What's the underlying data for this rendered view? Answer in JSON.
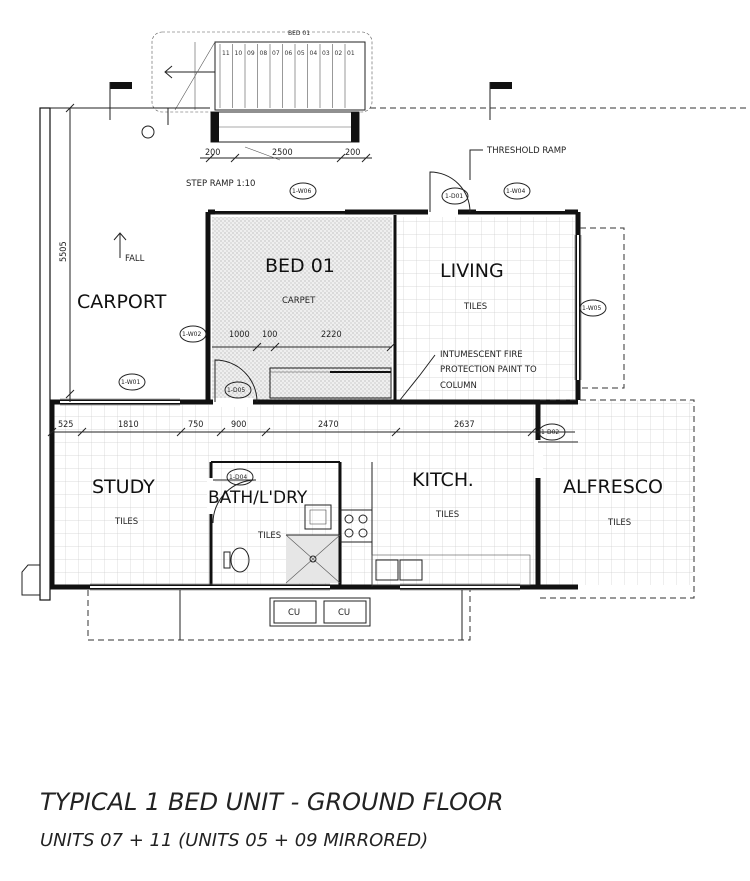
{
  "drawing": {
    "title": "TYPICAL 1 BED UNIT - GROUND FLOOR",
    "subtitle": "UNITS 07 + 11 (UNITS 05 + 09 MIRRORED)"
  },
  "rooms": {
    "bed": {
      "name": "BED 01",
      "finish": "CARPET"
    },
    "living": {
      "name": "LIVING",
      "finish": "TILES"
    },
    "carport": {
      "name": "CARPORT"
    },
    "study": {
      "name": "STUDY",
      "finish": "TILES"
    },
    "bath": {
      "name": "BATH/L'DRY",
      "finish": "TILES"
    },
    "kitchen": {
      "name": "KITCH.",
      "finish": "TILES"
    },
    "alfresco": {
      "name": "ALFRESCO",
      "finish": "TILES"
    }
  },
  "notes": {
    "threshold_ramp": "THRESHOLD RAMP",
    "step_ramp": "STEP RAMP 1:10",
    "fall": "FALL",
    "fire_line1": "INTUMESCENT FIRE",
    "fire_line2": "PROTECTION PAINT TO",
    "fire_line3": "COLUMN",
    "stair_label": "BED 01"
  },
  "dimensions": {
    "d200a": "200",
    "d2500": "2500",
    "d200b": "200",
    "d5505": "5505",
    "d1000": "1000",
    "d100": "100",
    "d2220": "2220",
    "d525": "525",
    "d1810": "1810",
    "d750": "750",
    "d900": "900",
    "d2470": "2470",
    "d2637": "2637"
  },
  "tags": {
    "w06": "1-W06",
    "d01": "1-D01",
    "w04": "1-W04",
    "w02": "1-W02",
    "w05": "1-W05",
    "w01": "1-W01",
    "d05": "1-D05",
    "d02": "1-D02",
    "d04": "1-D04"
  },
  "stairs": [
    "11",
    "10",
    "09",
    "08",
    "07",
    "06",
    "05",
    "04",
    "03",
    "02",
    "01"
  ],
  "condensers": [
    "CU",
    "CU"
  ]
}
